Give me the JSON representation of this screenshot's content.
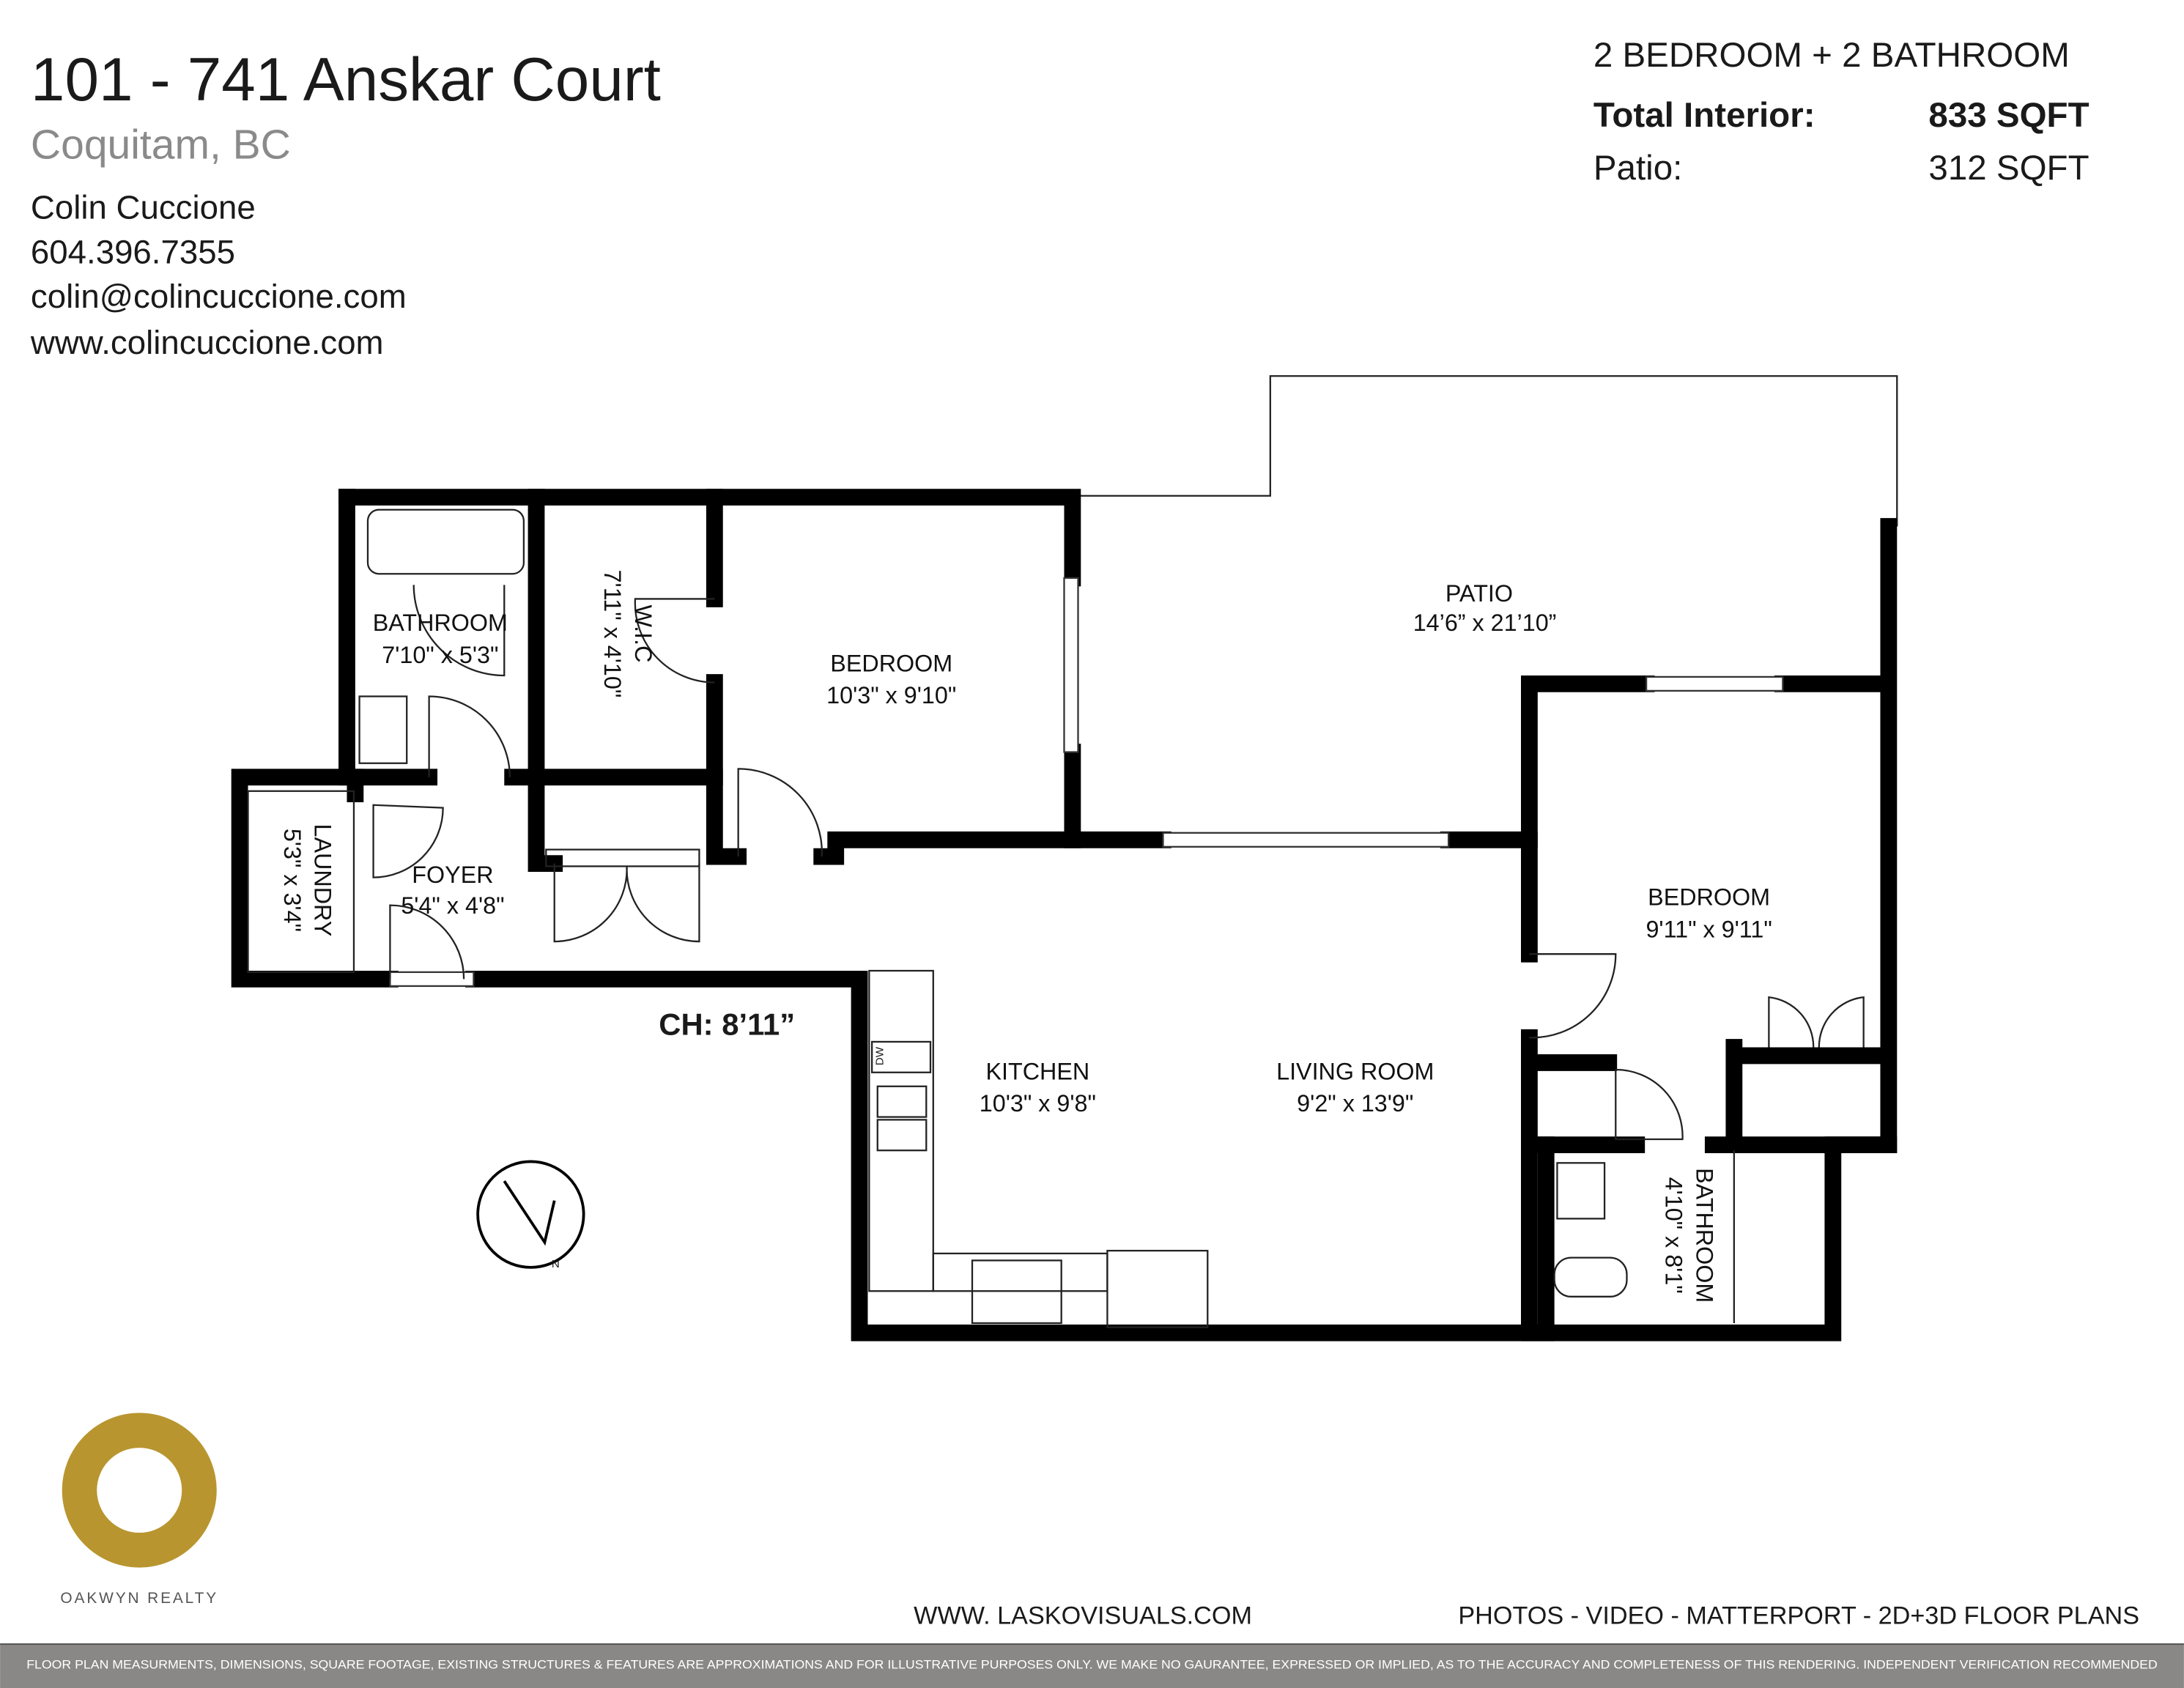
{
  "header": {
    "address": "101 - 741 Anskar Court",
    "city": "Coquitam, BC",
    "agent": {
      "name": "Colin Cuccione",
      "phone": "604.396.7355",
      "email": "colin@colincuccione.com",
      "website": "www.colincuccione.com"
    }
  },
  "summary": {
    "layout": "2 BEDROOM + 2 BATHROOM",
    "interior_label": "Total Interior:",
    "interior_value": "833 SQFT",
    "patio_label": "Patio:",
    "patio_value": "312 SQFT"
  },
  "rooms": {
    "bathroom1": {
      "name": "BATHROOM",
      "dims": "7'10\" x 5'3\""
    },
    "wic": {
      "name": "W.I.C",
      "dims": "7'11\" x 4'10\""
    },
    "bedroom1": {
      "name": "BEDROOM",
      "dims": "10'3\" x 9'10\""
    },
    "patio": {
      "name": "PATIO",
      "dims": "14’6” x 21’10”"
    },
    "laundry": {
      "name": "LAUNDRY",
      "dims": "5'3\" x 3'4\""
    },
    "foyer": {
      "name": "FOYER",
      "dims": "5'4\" x 4'8\""
    },
    "bedroom2": {
      "name": "BEDROOM",
      "dims": "9'11\" x 9'11\""
    },
    "kitchen": {
      "name": "KITCHEN",
      "dims": "10'3\" x 9'8\""
    },
    "living": {
      "name": "LIVING ROOM",
      "dims": "9'2\" x 13'9\""
    },
    "bathroom2": {
      "name": "BATHROOM",
      "dims": "4'10\" x 8'1\""
    }
  },
  "ceiling_height": "CH: 8’11”",
  "appliance_label": "DW",
  "compass_label": "N",
  "logo": {
    "text": "OAKWYN REALTY",
    "color": "#b8952f"
  },
  "footer": {
    "website": "WWW. LASKOVISUALS.COM",
    "services": "PHOTOS - VIDEO - MATTERPORT - 2D+3D FLOOR PLANS",
    "disclaimer": "FLOOR PLAN MEASURMENTS, DIMENSIONS, SQUARE FOOTAGE, EXISTING STRUCTURES & FEATURES ARE APPROXIMATIONS AND FOR ILLUSTRATIVE PURPOSES ONLY. WE MAKE NO GAURANTEE, EXPRESSED OR IMPLIED, AS TO THE ACCURACY AND COMPLETENESS OF THIS RENDERING. INDEPENDENT VERIFICATION RECOMMENDED",
    "bar_color": "#8a8886"
  }
}
